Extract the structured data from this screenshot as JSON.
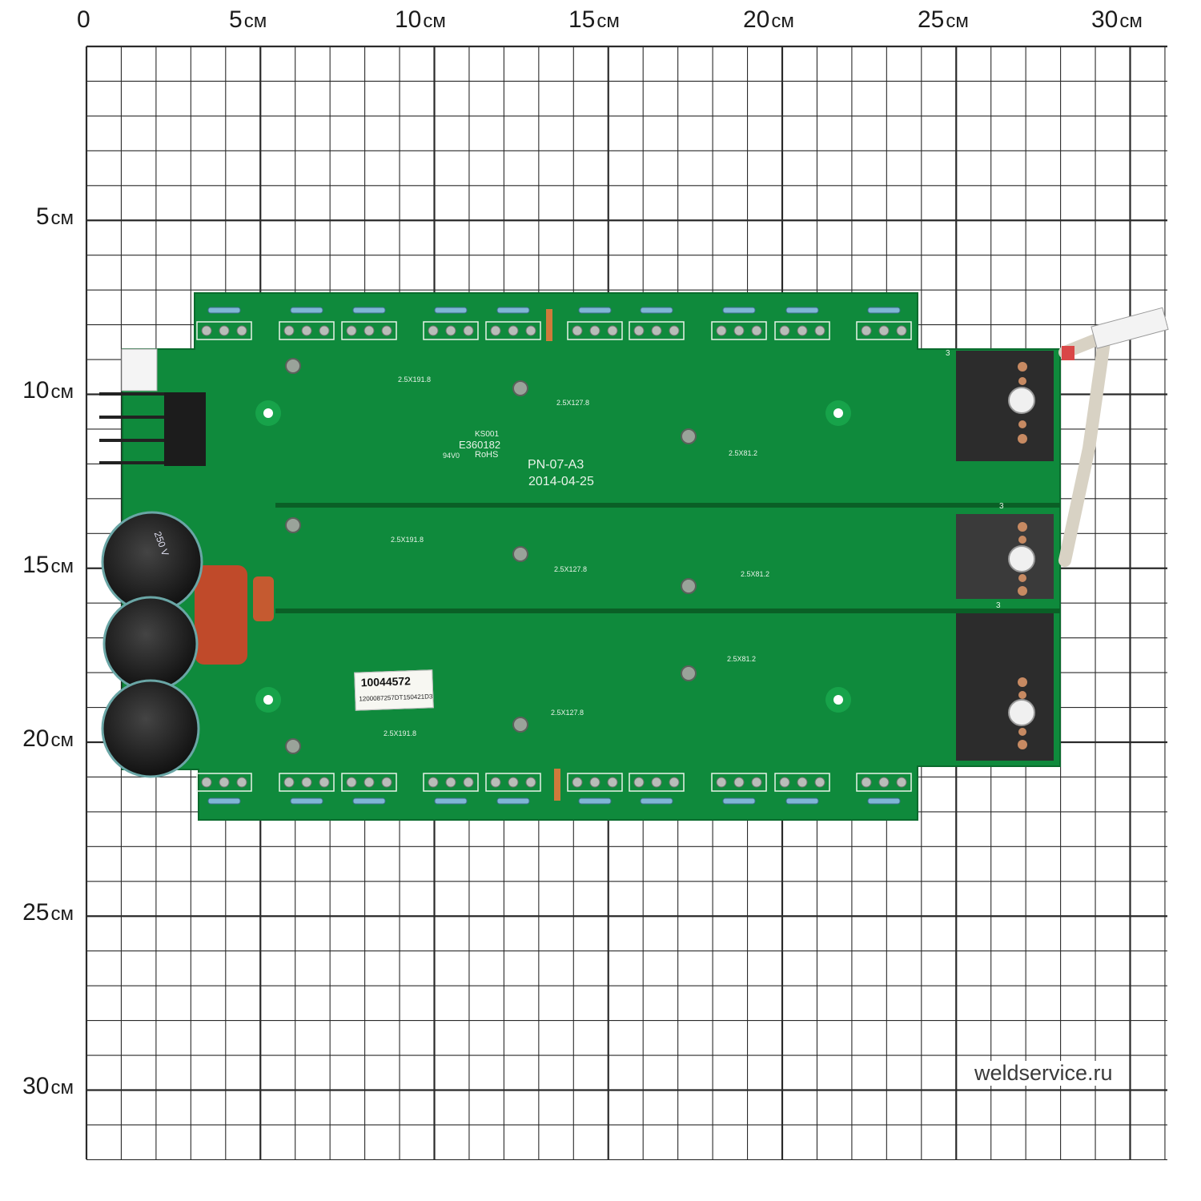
{
  "x_axis_labels": [
    {
      "value": "0",
      "unit": ""
    },
    {
      "value": "5",
      "unit": "см"
    },
    {
      "value": "10",
      "unit": "см"
    },
    {
      "value": "15",
      "unit": "см"
    },
    {
      "value": "20",
      "unit": "см"
    },
    {
      "value": "25",
      "unit": "см"
    },
    {
      "value": "30",
      "unit": "см"
    }
  ],
  "y_axis_labels": [
    {
      "value": "5",
      "unit": "см"
    },
    {
      "value": "10",
      "unit": "см"
    },
    {
      "value": "15",
      "unit": "см"
    },
    {
      "value": "20",
      "unit": "см"
    },
    {
      "value": "25",
      "unit": "см"
    },
    {
      "value": "30",
      "unit": "см"
    }
  ],
  "board": {
    "model": "PN-07-A3",
    "date": "2014-04-25",
    "ul_code": "E360182",
    "ul_prefix": "KS001",
    "flammability": "94V0",
    "rohs": "RoHS",
    "wire_labels": [
      "2.5X191.8",
      "2.5X127.8",
      "2.5X81.2"
    ],
    "sticker_number": "10044572",
    "sticker_serial": "1200087257DT150421D3",
    "capacitor_voltage": "250 V",
    "terminal_marks": [
      "3",
      "3",
      "3"
    ]
  },
  "watermark": "weldservice.ru",
  "colors": {
    "pcb": "#0f8a3c",
    "grid": "#2a2a2a",
    "copper": "#c8825a",
    "heatsink": "#2c2c2c"
  }
}
